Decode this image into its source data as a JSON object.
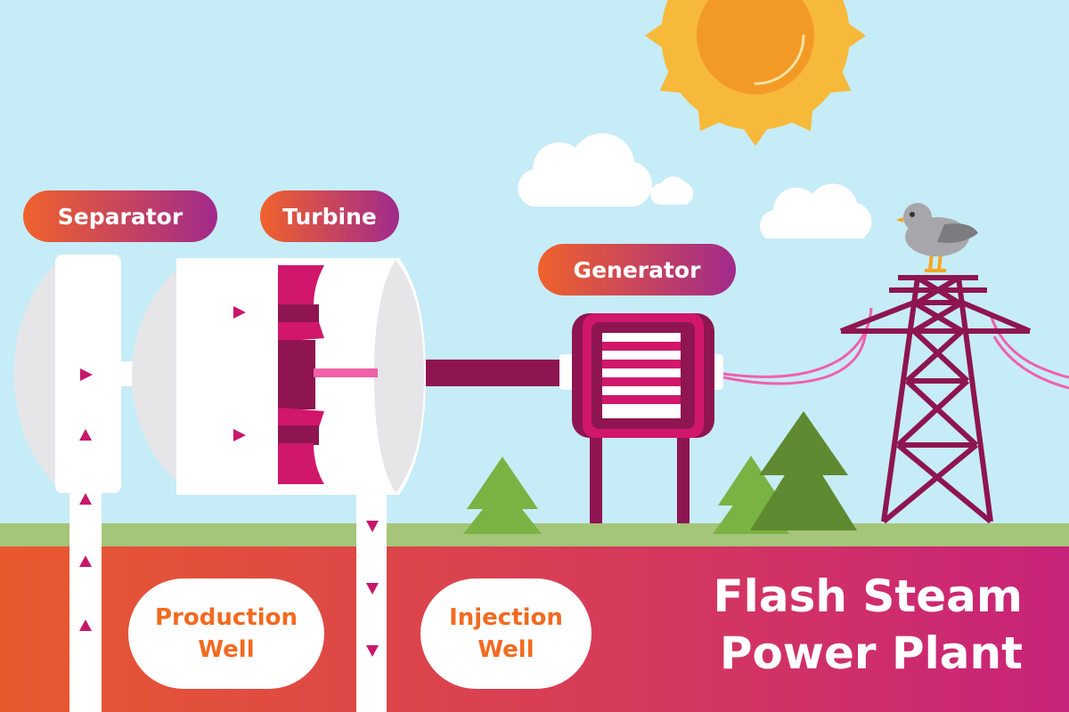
{
  "labels": {
    "separator": "Separator",
    "turbine": "Turbine",
    "generator": "Generator",
    "production_well_line1": "Production",
    "production_well_line2": "Well",
    "injection_well_line1": "Injection",
    "injection_well_line2": "Well"
  },
  "title": {
    "line1": "Flash Steam",
    "line2": "Power Plant"
  },
  "colors": {
    "sky": "#c6ecf7",
    "grass": "#a4c57a",
    "ground_left": "#e85a2e",
    "ground_right": "#c8237a",
    "magenta": "#d0176b",
    "dark_magenta": "#8e1550",
    "pink_line": "#f061a8",
    "sun_outer": "#f7b93a",
    "sun_inner": "#f39a26",
    "tree_light": "#7ab244",
    "tree_dark": "#5f8a31",
    "well_text": "#f26a21",
    "pill_start": "#f0622c",
    "pill_end": "#a12a8c"
  },
  "icons": {
    "sun": "sun-icon",
    "bird": "bird-icon",
    "tower": "transmission-tower-icon",
    "tree": "pine-tree-icon",
    "cloud": "cloud-icon"
  }
}
